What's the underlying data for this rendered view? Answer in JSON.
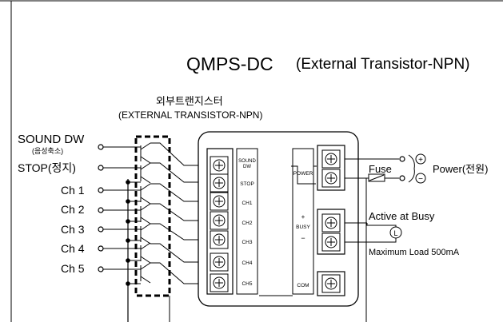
{
  "title": {
    "model": "QMPS-DC",
    "subtitle": "(External Transistor-NPN)"
  },
  "external_transistor": {
    "label_korean": "외부트랜지스터",
    "label_english": "(EXTERNAL TRANSISTOR-NPN)"
  },
  "inputs": [
    {
      "label": "SOUND DW",
      "sublabel": "(음성축소)"
    },
    {
      "label": "STOP(정지)"
    },
    {
      "label": "Ch 1"
    },
    {
      "label": "Ch 2"
    },
    {
      "label": "Ch 3"
    },
    {
      "label": "Ch 4"
    },
    {
      "label": "Ch 5"
    }
  ],
  "terminal_labels": [
    "SOUND DW",
    "STOP",
    "CH1",
    "CH2",
    "CH3",
    "CH4",
    "CH5"
  ],
  "right_block": {
    "power_label": "POWER",
    "busy_plus": "+",
    "busy_label": "BUSY",
    "busy_minus": "−",
    "com_label": "COM"
  },
  "power": {
    "fuse_label": "Fuse",
    "label": "Power(전원)",
    "plus_symbol": "+",
    "minus_symbol": "−"
  },
  "busy_output": {
    "label": "Active at Busy",
    "lamp_symbol": "L",
    "load_label": "Maximum Load 500mA"
  }
}
